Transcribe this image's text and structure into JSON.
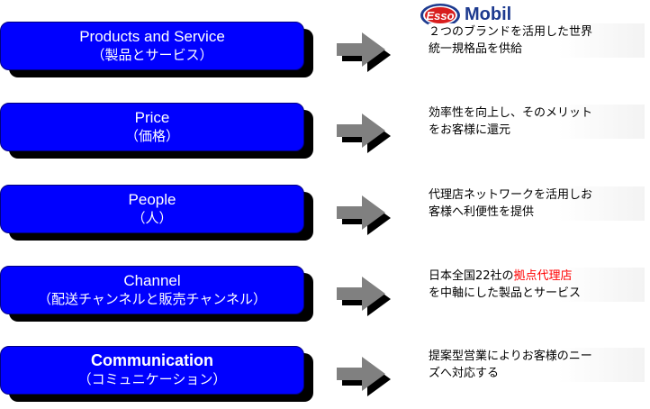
{
  "logos": {
    "esso": "Esso",
    "mobil": "Mobil",
    "colors": {
      "esso_red": "#d81e1e",
      "esso_blue": "#1d3a8f"
    }
  },
  "rows": [
    {
      "en": "Products and Service",
      "jp": "（製品とサービス）",
      "desc_line1": "２つのブランドを活用した世界",
      "desc_line2": "統一規格品を供給"
    },
    {
      "en": "Price",
      "jp": "（価格）",
      "desc_line1": "効率性を向上し、そのメリット",
      "desc_line2": "をお客様に還元"
    },
    {
      "en": "People",
      "jp": "（人）",
      "desc_line1": "代理店ネットワークを活用しお",
      "desc_line2": "客様へ利便性を提供"
    },
    {
      "en": "Channel",
      "jp": "（配送チャンネルと販売チャンネル）",
      "desc_line1_a": "日本全国22社の",
      "desc_line1_red": "拠点代理店",
      "desc_line2": "を中軸にした製品とサービス"
    },
    {
      "en": "Communication",
      "jp": "（コミュニケーション）",
      "desc_line1": "提案型営業によりお客様のニー",
      "desc_line2": "ズへ対応する"
    }
  ],
  "colors": {
    "box": "#0000ff",
    "arrow": "#808080",
    "highlight": "#ff0000"
  }
}
